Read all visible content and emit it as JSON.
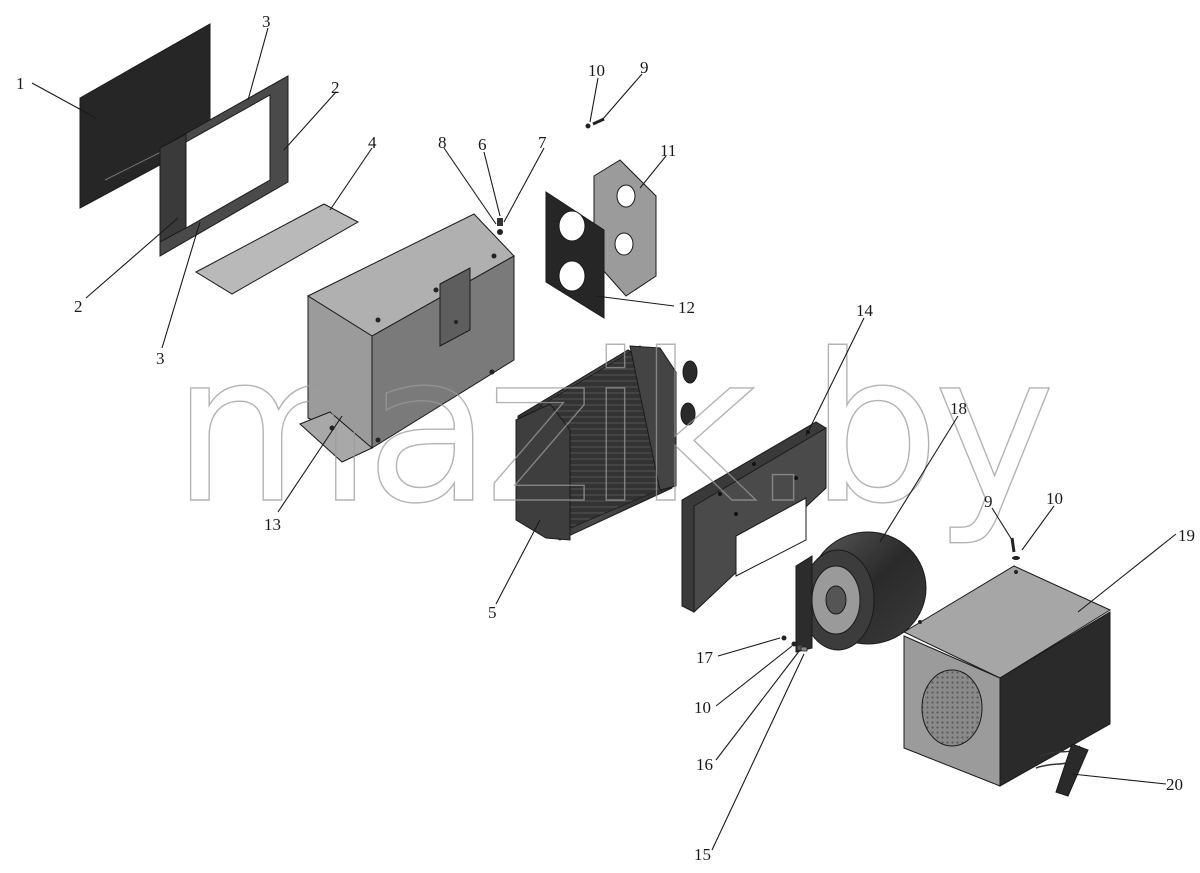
{
  "watermark": "mazik.by",
  "callouts": {
    "c1": "1",
    "c2a": "2",
    "c2b": "2",
    "c3a": "3",
    "c3b": "3",
    "c4": "4",
    "c5": "5",
    "c6": "6",
    "c7": "7",
    "c8": "8",
    "c9a": "9",
    "c9b": "9",
    "c10a": "10",
    "c10b": "10",
    "c10c": "10",
    "c11": "11",
    "c12": "12",
    "c13": "13",
    "c14": "14",
    "c15": "15",
    "c16": "16",
    "c17": "17",
    "c18": "18",
    "c19": "19",
    "c20": "20"
  },
  "colors": {
    "dark_panel": "#262626",
    "frame": "#4a4a4a",
    "light_sheet": "#b9b9b9",
    "housing": "#9b9b9b",
    "housing_inner": "#7a7a7a",
    "heater_core": "#3a3a3a",
    "line": "#1a1a1a"
  }
}
